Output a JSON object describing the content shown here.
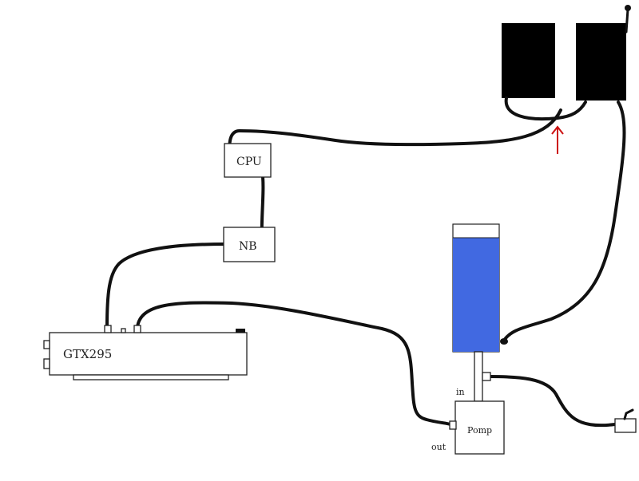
{
  "labels": {
    "cpu": "CPU",
    "nb": "NB",
    "gpu": "GTX295",
    "pump": "Pomp",
    "pump_in": "in",
    "pump_out": "out"
  },
  "colors": {
    "tube": "#111111",
    "radiator": "#000000",
    "reservoir_water": "#4169e1",
    "arrow": "#cc1111",
    "box_stroke": "#222222"
  },
  "icons": {
    "flow_arrow": "arrow-up-icon",
    "drain_valve": "valve-icon"
  }
}
